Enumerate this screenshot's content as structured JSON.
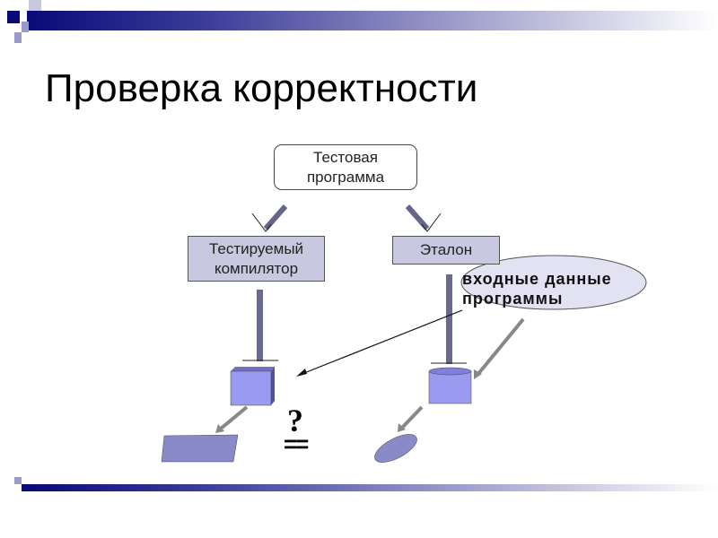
{
  "slide": {
    "title": "Проверка корректности",
    "test_program": "Тестовая программа",
    "tested_compiler": "Тестируемый компилятор",
    "reference": "Эталон",
    "input_data": "входные данные программы",
    "question": "?",
    "equals": "=="
  },
  "colors": {
    "accent": "#0a0a78",
    "box_fill": "#c8c8e0",
    "cube_fill": "#9a9af0",
    "shape_fill": "#8a8ac8"
  }
}
